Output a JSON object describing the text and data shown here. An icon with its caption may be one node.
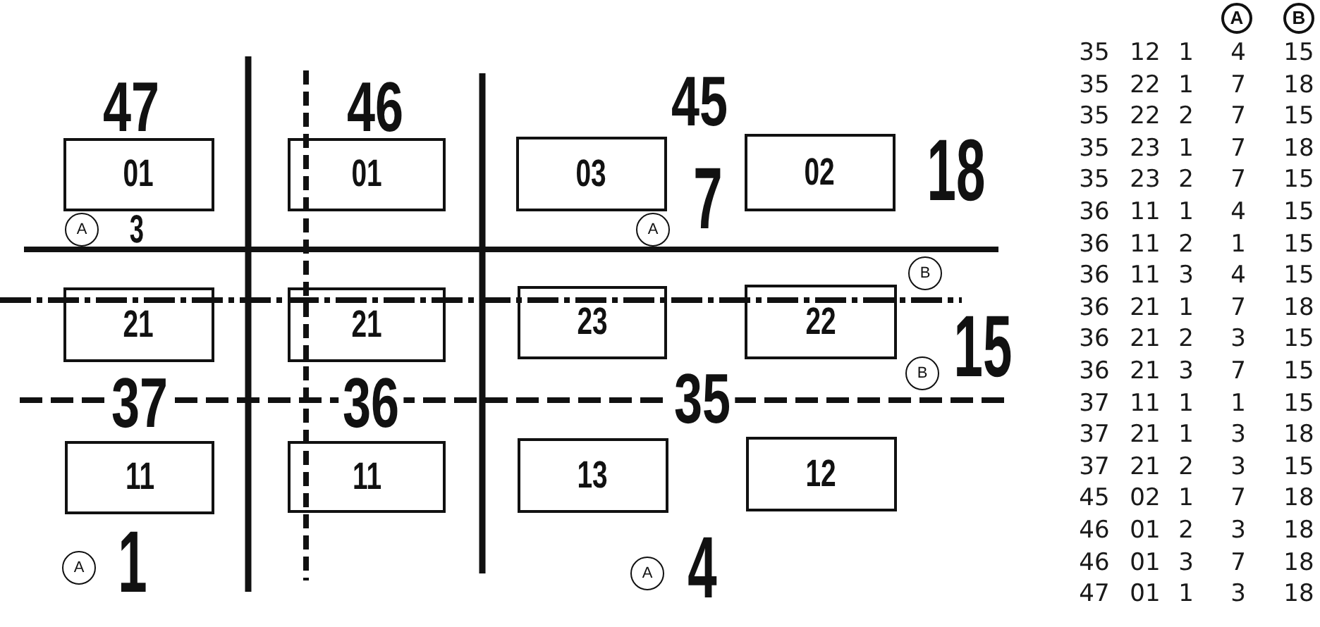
{
  "diagram": {
    "nodes": [
      {
        "text": [
          "01"
        ]
      },
      {
        "text": [
          "01"
        ]
      },
      {
        "text": [
          "03"
        ]
      },
      {
        "text": [
          "02"
        ]
      },
      {
        "text": [
          "A"
        ]
      },
      {
        "text": [
          "A"
        ]
      },
      {
        "text": [
          "B"
        ]
      },
      {
        "text": [
          "21"
        ]
      },
      {
        "text": [
          "21"
        ]
      },
      {
        "text": [
          "23"
        ]
      },
      {
        "text": [
          "22"
        ]
      },
      {
        "text": [
          "B"
        ]
      },
      {
        "text": [
          "11"
        ]
      },
      {
        "text": [
          "11"
        ]
      },
      {
        "text": [
          "13"
        ]
      },
      {
        "text": [
          "12"
        ]
      },
      {
        "text": [
          "A"
        ]
      },
      {
        "text": [
          "A"
        ]
      },
      {
        "text": [
          "A"
        ]
      },
      {
        "text": [
          "B"
        ]
      }
    ],
    "labels": [
      "47",
      "46",
      "45",
      "18",
      "7",
      "3",
      "15",
      "37",
      "36",
      "35",
      "1",
      "4",
      "35",
      "12",
      "1",
      "4",
      "15",
      "35",
      "22",
      "1",
      "7",
      "18",
      "35",
      "22",
      "2",
      "7",
      "15",
      "35",
      "23",
      "1",
      "7",
      "18",
      "35",
      "23",
      "2",
      "7",
      "15",
      "36",
      "11",
      "1",
      "4",
      "15",
      "36",
      "11",
      "2",
      "1",
      "15",
      "36",
      "11",
      "3",
      "4",
      "15",
      "36",
      "21",
      "1",
      "7",
      "18",
      "36",
      "21",
      "2",
      "3",
      "15",
      "36",
      "21",
      "3",
      "7",
      "15",
      "37",
      "11",
      "1",
      "1",
      "15",
      "37",
      "21",
      "1",
      "3",
      "18",
      "37",
      "21",
      "2",
      "3",
      "15",
      "45",
      "02",
      "1",
      "7",
      "18",
      "46",
      "01",
      "2",
      "3",
      "18",
      "46",
      "01",
      "3",
      "7",
      "18",
      "47",
      "01",
      "1",
      "3",
      "18"
    ]
  }
}
